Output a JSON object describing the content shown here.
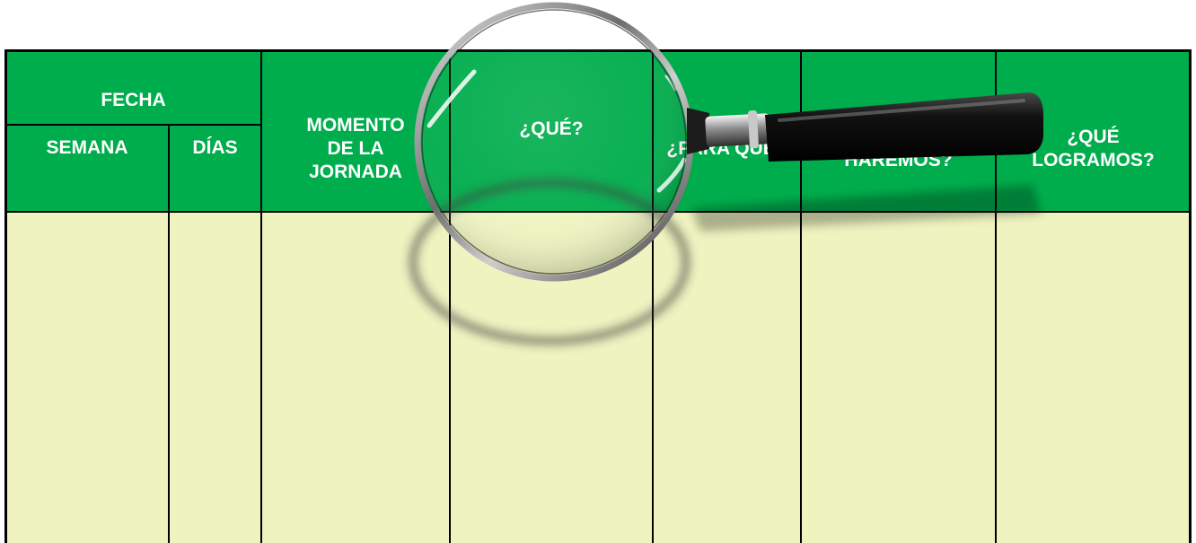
{
  "table": {
    "header": {
      "fecha": "FECHA",
      "semana": "SEMANA",
      "dias": "DÍAS",
      "momento": "MOMENTO\nDE LA\nJORNADA",
      "que": "¿QUÉ?",
      "para_que": "¿PARA QUÉ?",
      "como": "¿CÓMO LO HAREMOS?",
      "logramos": "¿QUÉ\nLOGRAMOS?"
    }
  },
  "colors": {
    "header_bg": "#00ad4c",
    "body_bg": "#eef3c0",
    "border": "#000000"
  },
  "icons": {
    "overlay": "magnifying-glass-icon"
  }
}
